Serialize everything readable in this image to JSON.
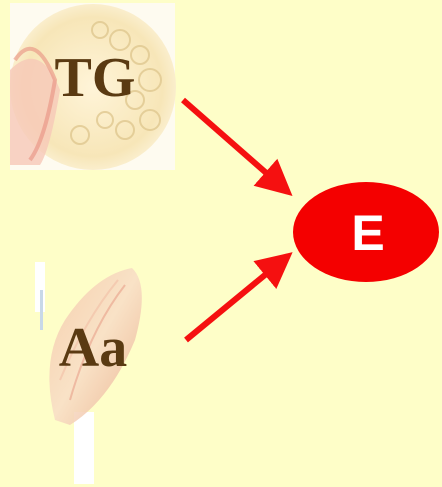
{
  "nodes": {
    "tg": {
      "label": "TG"
    },
    "aa": {
      "label": "Aa"
    },
    "e": {
      "label": "E"
    }
  },
  "colors": {
    "background": "#fefec8",
    "node_e_fill": "#f40000",
    "arrow": "#f51010",
    "text_brown": "#5a3a12",
    "text_white": "#ffffff"
  }
}
